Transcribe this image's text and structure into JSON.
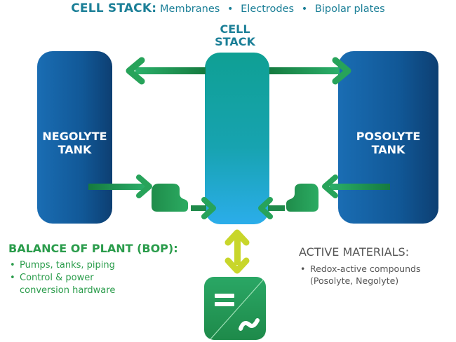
{
  "header": {
    "title": "CELL STACK:",
    "items": [
      "Membranes",
      "Electrodes",
      "Bipolar plates"
    ],
    "separator": "•"
  },
  "cell_stack": {
    "label_line1": "CELL",
    "label_line2": "STACK"
  },
  "tanks": {
    "negolyte": {
      "line1": "NEGOLYTE",
      "line2": "TANK"
    },
    "posolyte": {
      "line1": "POSOLYTE",
      "line2": "TANK"
    }
  },
  "balance_of_plant": {
    "heading": "BALANCE OF PLANT (BOP):",
    "items": [
      {
        "line1": "Pumps, tanks, piping",
        "line2": ""
      },
      {
        "line1": "Control & power",
        "line2": "conversion hardware"
      }
    ]
  },
  "active_materials": {
    "heading": "ACTIVE MATERIALS:",
    "items": [
      {
        "line1": "Redox-active compounds",
        "line2": "(Posolyte, Negolyte)"
      }
    ]
  },
  "converter": {
    "dc_symbol": "=",
    "ac_symbol": "~"
  },
  "bullet": "•",
  "colors": {
    "teal_text": "#1b7f97",
    "green_text": "#2a9c4b",
    "gray_text": "#555555",
    "tank_blue": "#115897",
    "arrow_green": "#27a35a",
    "arrow_yellow": "#c8d62b"
  }
}
